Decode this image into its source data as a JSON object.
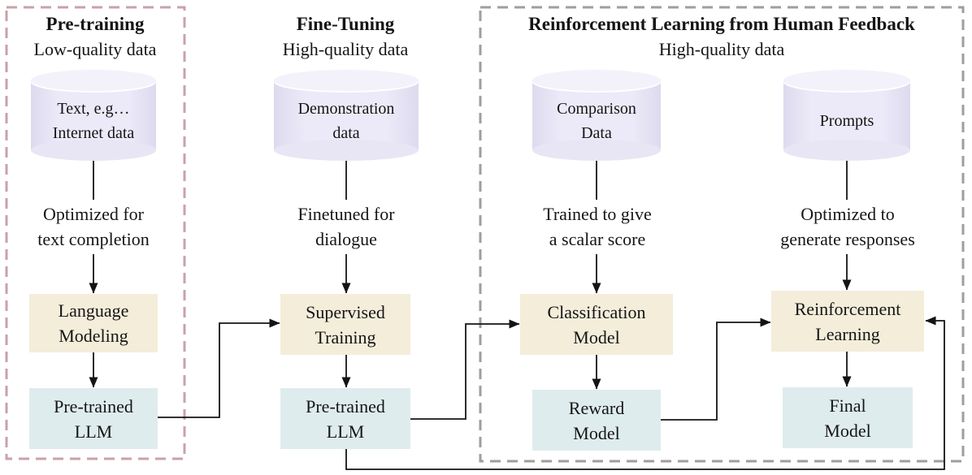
{
  "colors": {
    "step_fill": "#f3edda",
    "model_fill": "#dfeced",
    "cylinder_fill": "#e8e6f4",
    "cylinder_top_fill": "#f3f1fa",
    "pretraining_border": "#c9a2a8",
    "rlhf_border": "#9e9e9e",
    "line_color": "#141414",
    "text_color": "#151515"
  },
  "sections": [
    {
      "id": "pretraining",
      "title": "Pre-training",
      "subtitle": "Low-quality data"
    },
    {
      "id": "finetuning",
      "title": "Fine-Tuning",
      "subtitle": "High-quality data"
    },
    {
      "id": "rlhf",
      "title": "Reinforcement Learning from Human Feedback",
      "subtitle": "High-quality data"
    }
  ],
  "columns": [
    {
      "cylinder": {
        "line1": "Text, e.g…",
        "line2": "Internet data"
      },
      "note": {
        "line1": "Optimized for",
        "line2": "text completion"
      },
      "step": {
        "line1": "Language",
        "line2": "Modeling"
      },
      "model": {
        "line1": "Pre-trained",
        "line2": "LLM"
      }
    },
    {
      "cylinder": {
        "line1": "Demonstration",
        "line2": "data"
      },
      "note": {
        "line1": "Finetuned for",
        "line2": "dialogue"
      },
      "step": {
        "line1": "Supervised",
        "line2": "Training"
      },
      "model": {
        "line1": "Pre-trained",
        "line2": "LLM"
      }
    },
    {
      "cylinder": {
        "line1": "Comparison",
        "line2": "Data"
      },
      "note": {
        "line1": "Trained to give",
        "line2": "a scalar score"
      },
      "step": {
        "line1": "Classification",
        "line2": "Model"
      },
      "model": {
        "line1": "Reward",
        "line2": "Model"
      }
    },
    {
      "cylinder": {
        "line1": "Prompts",
        "line2": ""
      },
      "note": {
        "line1": "Optimized to",
        "line2": "generate responses"
      },
      "step": {
        "line1": "Reinforcement",
        "line2": "Learning"
      },
      "model": {
        "line1": "Final",
        "line2": "Model"
      }
    }
  ]
}
